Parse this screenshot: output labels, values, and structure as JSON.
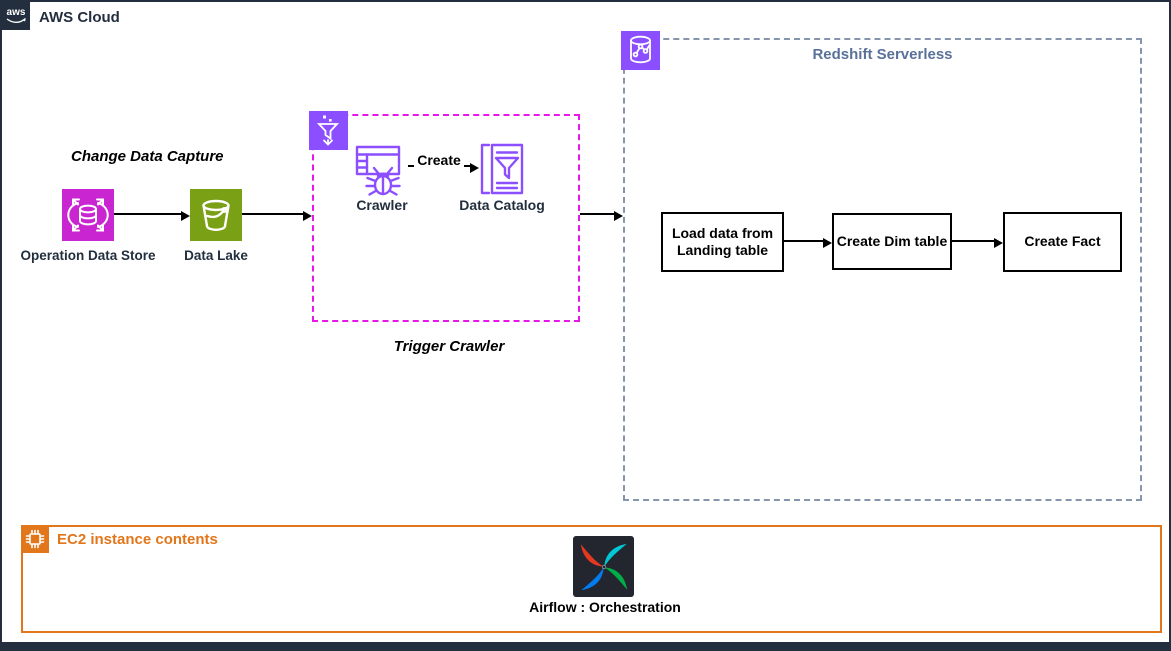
{
  "colors": {
    "dark_navy": "#232F3E",
    "ods_magenta": "#C925D1",
    "data_lake_green": "#7AA116",
    "glue_purple": "#8C4FFF",
    "redshift_purple": "#8C4FFF",
    "trigger_box_dashed": "#E916E9",
    "redshift_box_dashed": "#8595AB",
    "redshift_title": "#5A7299",
    "ec2_orange": "#E2761B",
    "airflow_red": "#E43921",
    "airflow_cyan": "#00C7D4",
    "airflow_green": "#00AD46",
    "airflow_blue": "#017CEE"
  },
  "icons": {
    "aws_logo": "aws-logo-icon",
    "ods": "database-migration-icon",
    "data_lake": "s3-bucket-icon",
    "glue": "glue-funnel-icon",
    "crawler": "glue-crawler-icon",
    "data_catalog": "glue-data-catalog-icon",
    "redshift": "redshift-serverless-icon",
    "ec2": "ec2-chip-icon",
    "airflow": "airflow-pinwheel-icon"
  },
  "aws_cloud": {
    "logo_text": "aws",
    "label": "AWS Cloud"
  },
  "cdc_caption": "Change Data Capture",
  "nodes": {
    "ods_label": "Operation Data Store",
    "data_lake_label": "Data Lake",
    "crawler_label": "Crawler",
    "data_catalog_label": "Data Catalog",
    "create_edge_label": "Create"
  },
  "trigger_crawler_group": {
    "caption": "Trigger Crawler"
  },
  "redshift_group": {
    "title": "Redshift Serverless",
    "steps": [
      "Load data from Landing table",
      "Create Dim table",
      "Create Fact"
    ]
  },
  "ec2_group": {
    "title": "EC2 instance contents",
    "airflow_caption": "Airflow : Orchestration"
  }
}
